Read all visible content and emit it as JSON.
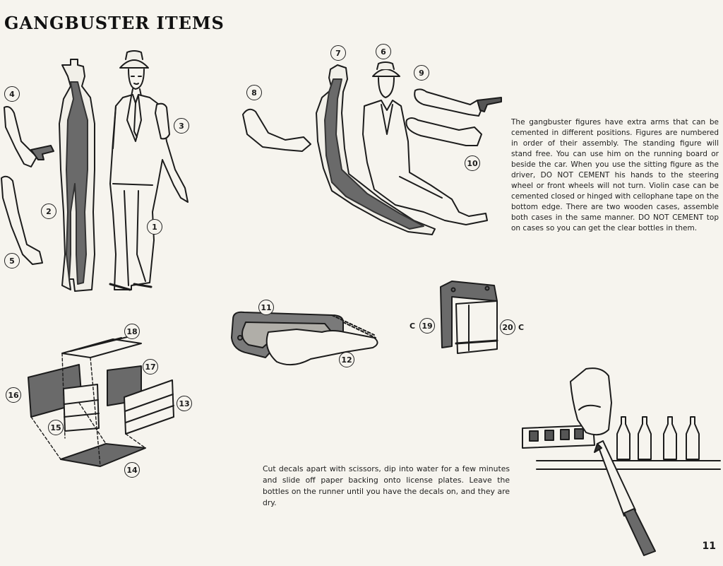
{
  "page": {
    "title": "GANGBUSTER ITEMS",
    "page_number": "11"
  },
  "instructions": {
    "figures": "The gangbuster figures have extra arms that can be cemented in different positions. Figures are numbered in order of their assembly. The standing figure will stand free. You can use him on the running board or beside the car. When you use the sitting figure as the driver, DO NOT CEMENT his hands to the steering wheel or front wheels will not turn. Violin case can be cemented closed or hinged with cellophane tape on the bottom edge. There are two wooden cases, assemble both cases in the same manner. DO NOT CEMENT top on cases so you can get the clear bottles in them.",
    "decals": "Cut decals apart with scissors, dip into water for a few minutes and slide off paper backing onto license plates. Leave the bottles on the runner until you have the decals on, and they are dry."
  },
  "callouts": {
    "n1": "1",
    "n2": "2",
    "n3": "3",
    "n4": "4",
    "n5": "5",
    "n6": "6",
    "n7": "7",
    "n8": "8",
    "n9": "9",
    "n10": "10",
    "n11": "11",
    "n12": "12",
    "n13": "13",
    "n14": "14",
    "n15": "15",
    "n16": "16",
    "n17": "17",
    "n18": "18",
    "n19": "19",
    "n20": "20",
    "c_left": "C",
    "c_right": "C"
  }
}
